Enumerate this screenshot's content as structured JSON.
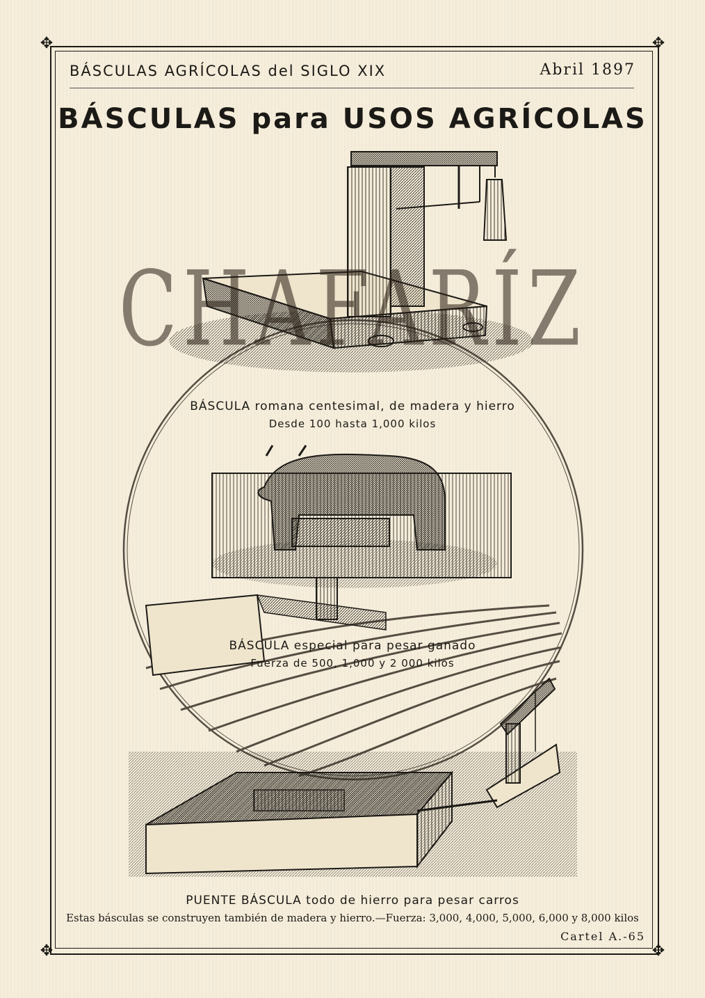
{
  "header": {
    "series_title": "BÁSCULAS AGRÍCOLAS del SIGLO XIX",
    "date": "Abril 1897"
  },
  "main_title": "BÁSCULAS para USOS AGRÍCOLAS",
  "watermark_text": "CHAFARÍZ",
  "items": [
    {
      "caption": "BÁSCULA romana centesimal, de madera y hierro",
      "detail": "Desde 100 hasta 1,000 kilos"
    },
    {
      "caption": "BÁSCULA especial para pesar ganado",
      "detail": "Fuerza de 500, 1,000 y 2 000 kilos"
    },
    {
      "caption": "PUENTE BÁSCULA todo de hierro para pesar carros",
      "detail": "Estas básculas se construyen también de madera y hierro.—Fuerza: 3,000, 4,000, 5,000, 6,000 y 8,000 kilos"
    }
  ],
  "poster_code": "Cartel A.-65",
  "colors": {
    "paper": "#f6eedb",
    "ink": "#1c1a16"
  }
}
